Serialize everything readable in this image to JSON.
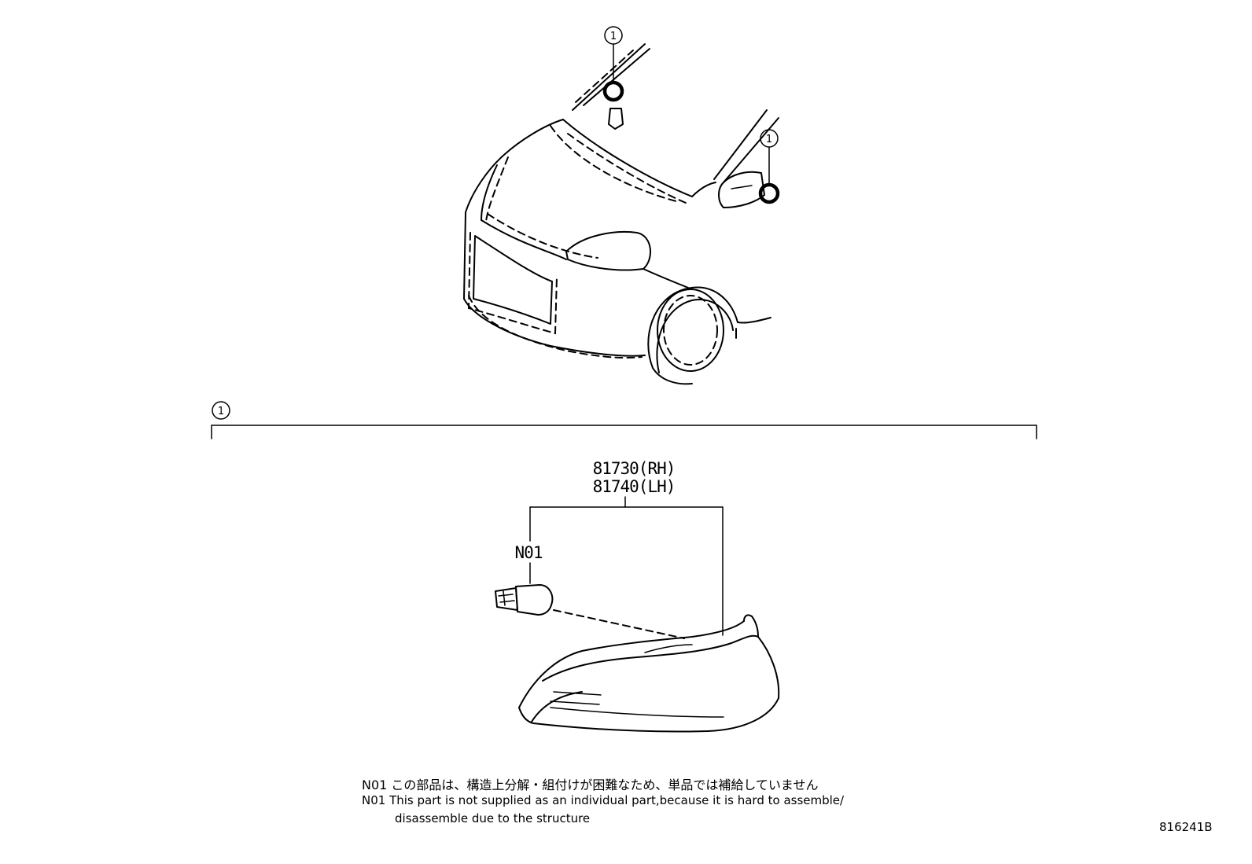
{
  "callouts": {
    "top": "1",
    "mirror": "1",
    "section": "1"
  },
  "parts": {
    "rh": "81730(RH)",
    "lh": "81740(LH)",
    "bulb_code": "N01"
  },
  "notes": {
    "ja": "N01 この部品は、構造上分解・組付けが困難なため、単品では補給していません",
    "en_line1": "N01 This part is not supplied as an individual part,because it is hard to assemble/",
    "en_line2": "disassemble due to the structure"
  },
  "figure_id": "816241B"
}
